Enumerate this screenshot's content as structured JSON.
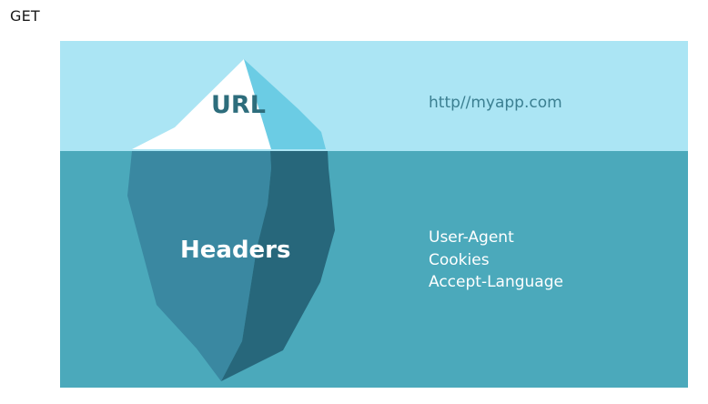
{
  "method": "GET",
  "iceberg": {
    "tip_label": "URL",
    "body_label": "Headers"
  },
  "url_value": "http//myapp.com",
  "header_items": [
    "User-Agent",
    "Cookies",
    "Accept-Language"
  ],
  "colors": {
    "sky": "#abe5f4",
    "water": "#4ba9bb",
    "tip_light": "#ffffff",
    "tip_shadow": "#6bcce4",
    "body_light": "#3a88a1",
    "body_dark": "#27677b",
    "tip_text": "#2d6d7c",
    "url_text": "#3b7f91"
  }
}
